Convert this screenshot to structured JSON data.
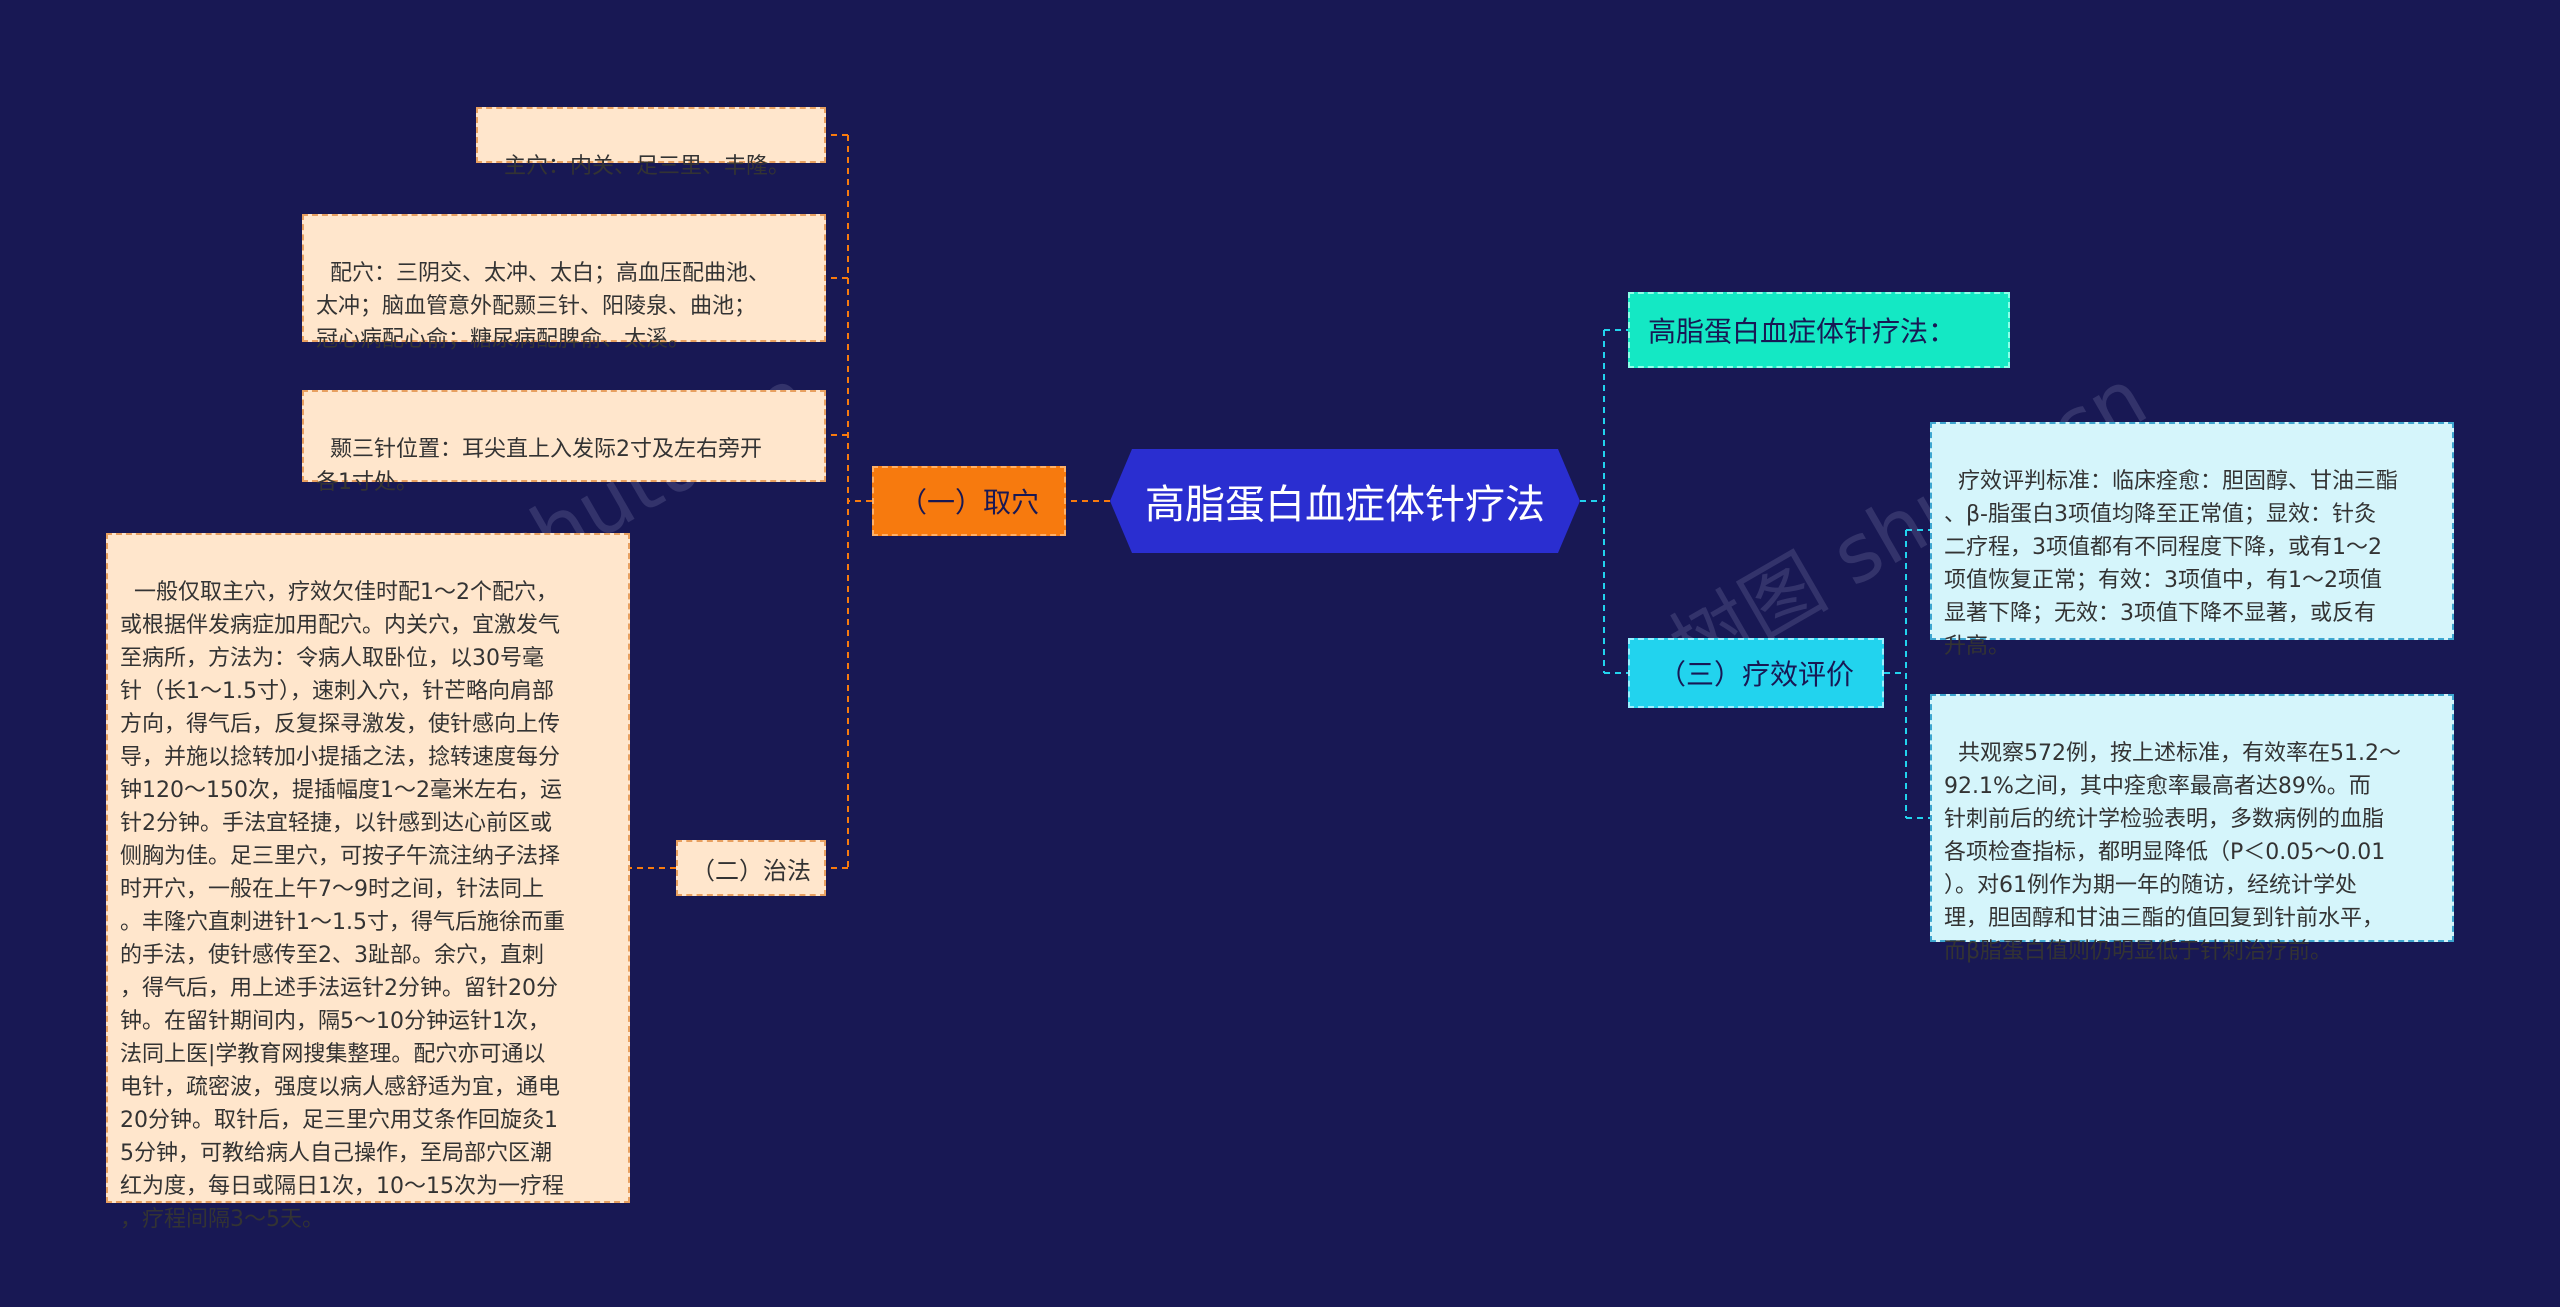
{
  "root": {
    "label": "高脂蛋白血症体针疗法"
  },
  "left": {
    "branch1": {
      "label": "（一）取穴"
    },
    "branch2": {
      "label": "（二）治法"
    },
    "leaf_zhuxue": "主穴：内关、足三里、丰隆。",
    "leaf_peixue": "配穴：三阴交、太冲、太白；高血压配曲池、\n太冲；脑血管意外配颞三针、阳陵泉、曲池；\n冠心病配心俞；糖尿病配脾俞、太溪。",
    "leaf_niesanzhen": "颞三针位置：耳尖直上入发际2寸及左右旁开\n各1寸处。",
    "leaf_zhifa": "一般仅取主穴，疗效欠佳时配1～2个配穴，\n或根据伴发病症加用配穴。内关穴，宜激发气\n至病所，方法为：令病人取卧位，以30号毫\n针（长1～1.5寸），速刺入穴，针芒略向肩部\n方向，得气后，反复探寻激发，使针感向上传\n导，并施以捻转加小提插之法，捻转速度每分\n钟120～150次，提插幅度1～2毫米左右，运\n针2分钟。手法宜轻捷，以针感到达心前区或\n侧胸为佳。足三里穴，可按子午流注纳子法择\n时开穴，一般在上午7～9时之间，针法同上\n。丰隆穴直刺进针1～1.5寸，得气后施徐而重\n的手法，使针感传至2、3趾部。余穴，直刺\n，得气后，用上述手法运针2分钟。留针20分\n钟。在留针期间内，隔5～10分钟运针1次，\n法同上医|学教育网搜集整理。配穴亦可通以\n电针，疏密波，强度以病人感舒适为宜，通电\n20分钟。取针后，足三里穴用艾条作回旋灸1\n5分钟，可教给病人自己操作，至局部穴区潮\n红为度，每日或隔日1次，10～15次为一疗程\n，疗程间隔3～5天。"
  },
  "right": {
    "branch_title": {
      "label": "高脂蛋白血症体针疗法："
    },
    "branch3": {
      "label": "（三）疗效评价"
    },
    "leaf_biaozhun": "疗效评判标准：临床痊愈：胆固醇、甘油三酯\n、β-脂蛋白3项值均降至正常值；显效：针灸\n二疗程，3项值都有不同程度下降，或有1～2\n项值恢复正常；有效：3项值中，有1～2项值\n显著下降；无效：3项值下降不显著，或反有\n升高。",
    "leaf_guancha": "共观察572例，按上述标准，有效率在51.2～\n92.1%之间，其中痊愈率最高者达89%。而\n针刺前后的统计学检验表明，多数病例的血脂\n各项检查指标，都明显降低（P＜0.05～0.01\n）。对61例作为期一年的随访，经统计学处\n理，胆固醇和甘油三酯的值回复到针前水平，\n而β脂蛋白值则仍明显低于针刺治疗前。"
  },
  "watermarks": [
    "shutu.cn",
    "树图 shutu.cn"
  ],
  "colors": {
    "background": "#181854",
    "root": "#2A2ED0",
    "orange_branch": "#F77A0E",
    "left_leaf": "#FFE6CC",
    "cyan_branch": "#22D3EE",
    "teal_branch": "#14E8C4",
    "right_leaf": "#D5F5FB"
  }
}
